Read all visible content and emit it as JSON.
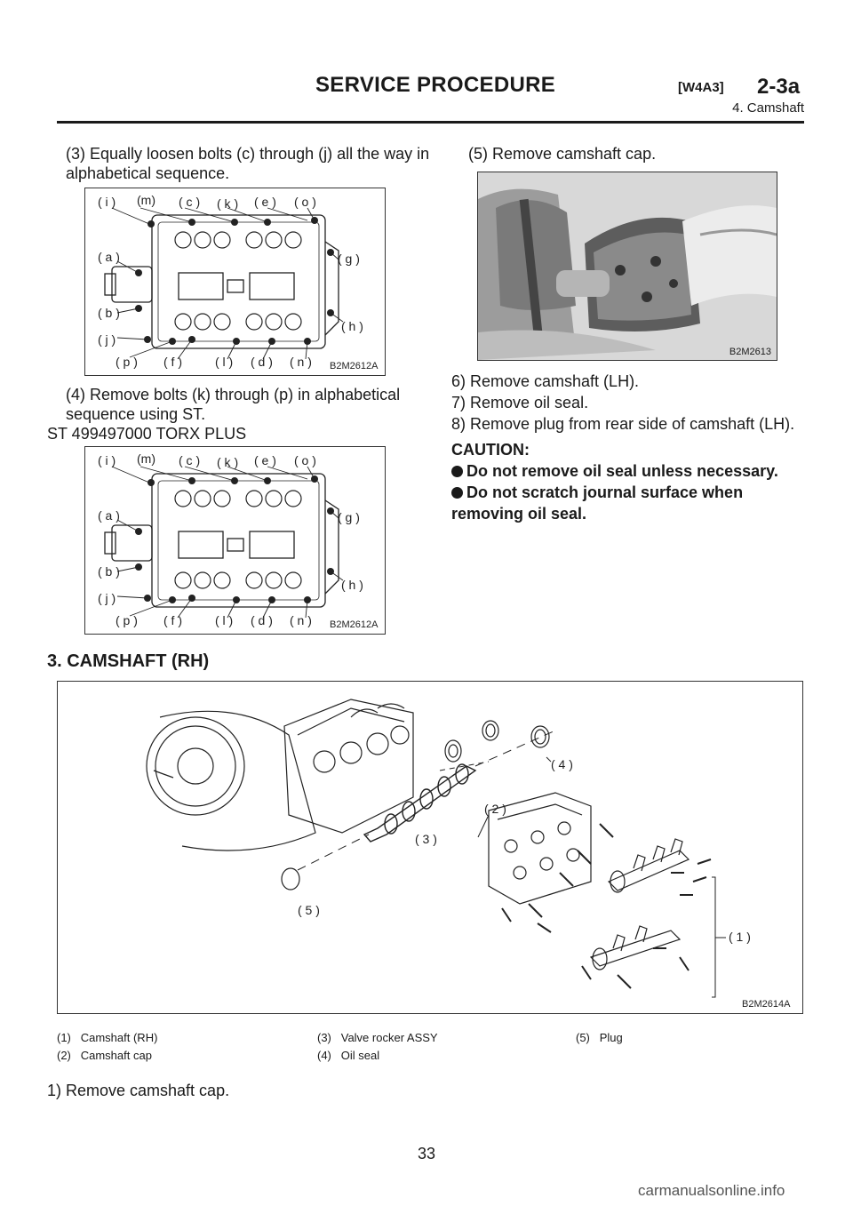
{
  "header": {
    "title": "SERVICE PROCEDURE",
    "code": "[W4A3]",
    "section": "2-3a",
    "subsection": "4. Camshaft"
  },
  "left": {
    "step3": "(3) Equally loosen bolts (c) through (j) all the way in alphabetical sequence.",
    "fig1_code": "B2M2612A",
    "step4": "(4) Remove bolts (k) through (p) in alphabetical sequence using ST.",
    "st": "ST   499497000   TORX PLUS",
    "fig2_code": "B2M2612A"
  },
  "bolt_labels": {
    "top": [
      "( i )",
      "(m)",
      "( c )",
      "( k )",
      "( e )",
      "( o )"
    ],
    "left": [
      "( a )",
      "( b )",
      "( j )"
    ],
    "right": [
      "( g )",
      "( h )"
    ],
    "bottom": [
      "( p )",
      "( f )",
      "( l )",
      "( d )",
      "( n )"
    ]
  },
  "right": {
    "step5": "(5) Remove camshaft cap.",
    "fig3_code": "B2M2613",
    "step6": "6) Remove camshaft (LH).",
    "step7": "7) Remove oil seal.",
    "step8": "8) Remove plug from rear side of camshaft (LH).",
    "caution_title": "CAUTION:",
    "caution1": "Do not remove oil seal unless necessary.",
    "caution2": "Do not scratch journal surface when removing oil seal."
  },
  "section3": {
    "heading": "3. CAMSHAFT (RH)",
    "fig_code": "B2M2614A",
    "callouts": [
      "( 1 )",
      "( 2 )",
      "( 3 )",
      "( 4 )",
      "( 5 )"
    ],
    "legend": [
      {
        "num": "(1)",
        "text": "Camshaft (RH)"
      },
      {
        "num": "(2)",
        "text": "Camshaft cap"
      },
      {
        "num": "(3)",
        "text": "Valve rocker ASSY"
      },
      {
        "num": "(4)",
        "text": "Oil seal"
      },
      {
        "num": "(5)",
        "text": "Plug"
      }
    ],
    "step1": "1) Remove camshaft cap."
  },
  "footer": {
    "page": "33",
    "watermark": "carmanualsonline.info"
  }
}
